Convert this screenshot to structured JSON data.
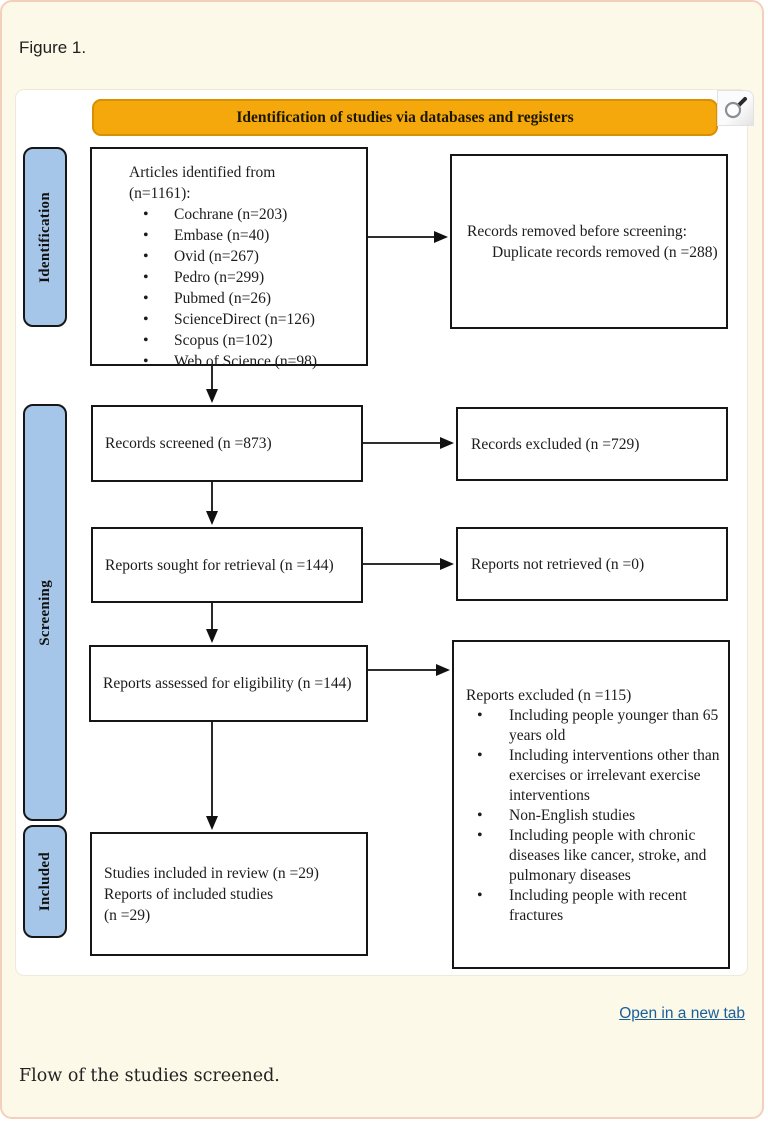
{
  "page": {
    "figure_label": "Figure 1.",
    "caption": "Flow of the studies screened.",
    "open_link_label": "Open in a new tab"
  },
  "diagram": {
    "title": "Identification of studies via databases and registers",
    "stages": [
      {
        "label": "Identification"
      },
      {
        "label": "Screening"
      },
      {
        "label": "Included"
      }
    ],
    "boxes": {
      "identified": {
        "line1": "Articles identified from",
        "line2": "(n=1161):",
        "bullets": [
          "Cochrane (n=203)",
          "Embase (n=40)",
          "Ovid (n=267)",
          "Pedro (n=299)",
          "Pubmed (n=26)",
          "ScienceDirect (n=126)",
          "Scopus (n=102)",
          "Web of Science (n=98)"
        ]
      },
      "removed": {
        "line1": "Records removed before screening:",
        "line2": "Duplicate records removed (n =288)"
      },
      "screened": {
        "text": "Records screened (n =873)"
      },
      "excluded_screening": {
        "text": "Records excluded (n =729)"
      },
      "sought": {
        "text": "Reports sought for retrieval (n =144)"
      },
      "not_retrieved": {
        "text": "Reports not retrieved (n =0)"
      },
      "assessed": {
        "text": "Reports assessed for eligibility (n =144)"
      },
      "excluded_eligibility": {
        "title": "Reports excluded (n =115)",
        "bullets": [
          "Including people younger than 65 years old",
          "Including interventions other than exercises or irrelevant exercise interventions",
          "Non-English studies",
          "Including people with chronic diseases like cancer, stroke, and pulmonary diseases",
          "Including people with recent fractures"
        ]
      },
      "included": {
        "line1": "Studies included in review (n =29)",
        "line2": "Reports of included studies",
        "line3": "(n =29)"
      }
    },
    "icons": {
      "zoom_button": "magnifier-icon"
    },
    "colors": {
      "title_bar_bg": "#f5a80b",
      "title_bar_border": "#d89000",
      "stage_label_bg": "#a5c6e9",
      "box_border": "#161616",
      "link_color": "#19609a",
      "page_bg": "#fcf9e8",
      "page_border": "#f3d0be"
    }
  }
}
